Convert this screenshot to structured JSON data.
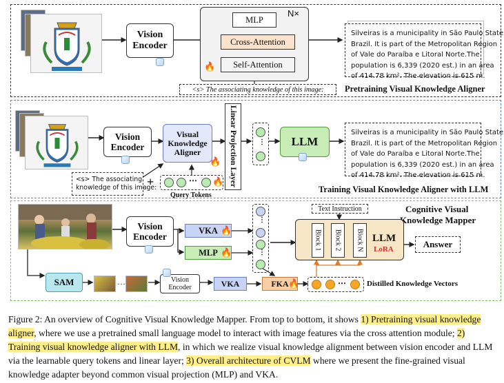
{
  "colors": {
    "panel1_border": "#333333",
    "panel2_border": "#5b7fd6",
    "panel3_border": "#7fbf6a",
    "vka_fill": "#c9d3f4",
    "mlp_fill": "#c8ecb6",
    "fka_fill": "#f6cfa6",
    "llm_block_fill": "#f7e6c6",
    "token_green": "#b8ecb0",
    "token_orange": "#f5a623",
    "highlight": "#ffef8a",
    "lora_red": "#d0302b"
  },
  "panel1": {
    "vision_encoder": "Vision\nEncoder",
    "mlp": "MLP",
    "nx": "N×",
    "cross_attention": "Cross-Attention",
    "self_attention": "Self-Attention",
    "prompt": "<s> The associating knowledge of this image:",
    "knowledge_lines": [
      "Silveiras is a municipality in São Paulo State,",
      "Brazil. It is part of the Metropolitan Region",
      "of Vale do Paraíba e Litoral Norte.The",
      "population is 6,339 (2020 est.) in an area",
      "of 414.78 km². The elevation is 615 m."
    ],
    "title": "Pretraining Visual Knowledge Aligner"
  },
  "panel2": {
    "vision_encoder": "Vision\nEncoder",
    "aligner": "Visual\nKnowledge\nAligner",
    "linear_layer": "Linear Projection Layer",
    "llm": "LLM",
    "prompt_lines": [
      "<s> The associating",
      "knowledge of this image:"
    ],
    "plus": "+",
    "query_tokens": "Query Tokens",
    "knowledge_lines": [
      "Silveiras is a municipality in São Paulo State,",
      "Brazil. It is part of the Metropolitan Region",
      "of Vale do Paraíba e Litoral Norte.The",
      "population is 6,339 (2020 est.) in an area",
      "of 414.78 km². The elevation is 615 m."
    ],
    "title": "Training Visual Knowledge Aligner with LLM"
  },
  "panel3": {
    "title_lines": [
      "Cognitive Visual",
      "Knowledge Mapper"
    ],
    "vision_encoder": "Vision\nEncoder",
    "vka": "VKA",
    "mlp": "MLP",
    "sam": "SAM",
    "small_vision_encoder": "Vision\nEncoder",
    "vka2": "VKA",
    "fka": "FKA",
    "text_instruction": "Text Instruction",
    "block1": "Block 1",
    "block2": "Block 2",
    "blockn": "Block N",
    "llm": "LLM",
    "lora": "LoRA",
    "answer": "Answer",
    "dots": "…",
    "distilled": "Distilled Knowledge Vectors"
  },
  "caption": {
    "part1": "Figure 2: An overview of Cognitive Visual Knowledge Mapper. From top to bottom, it shows ",
    "hl1": "1) Pretraining visual knowledge aligner",
    "part2": ", where we use a pretrained small language model to interact with image features via the cross attention module; ",
    "hl2": "2) Training visual knowledge aligner with LLM",
    "part3": ", in which we realize visual knowledge alignment between vision encoder and LLM via the learnable query tokens and linear layer; ",
    "hl3": "3) Overall architecture of CVLM",
    "part4": " where we present the fine-grained visual knowledge adapter beyond common visual projection (MLP) and VKA."
  }
}
